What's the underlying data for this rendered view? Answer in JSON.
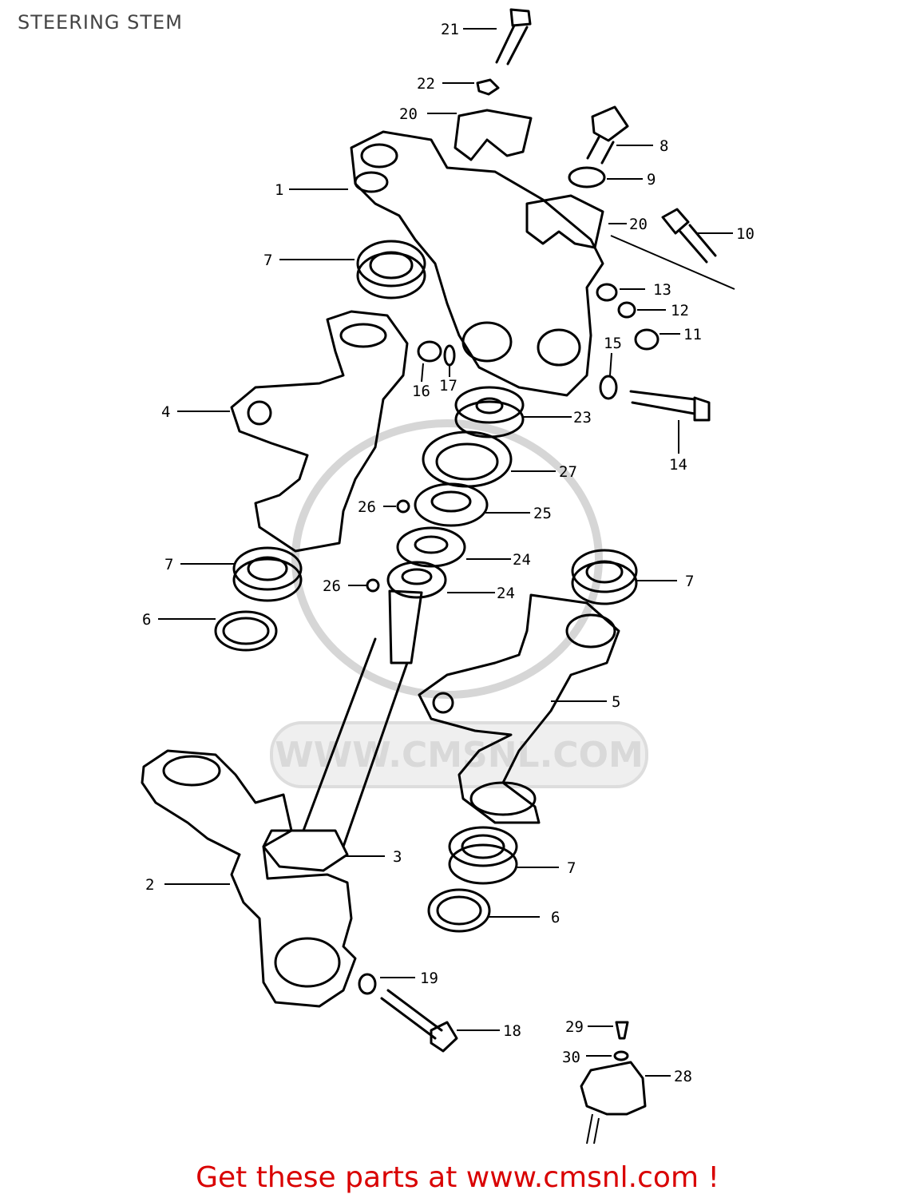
{
  "header": {
    "title": "STEERING STEM"
  },
  "footer": {
    "cta": "Get these parts at www.cmsnl.com !"
  },
  "watermark": {
    "text": "WWW.CMSNL.COM"
  },
  "callouts": [
    {
      "id": "c21a",
      "label": "21"
    },
    {
      "id": "c22",
      "label": "22"
    },
    {
      "id": "c20a",
      "label": "20"
    },
    {
      "id": "c8",
      "label": "8"
    },
    {
      "id": "c9",
      "label": "9"
    },
    {
      "id": "c1",
      "label": "1"
    },
    {
      "id": "c20b",
      "label": "20"
    },
    {
      "id": "c10",
      "label": "10"
    },
    {
      "id": "c7a",
      "label": "7"
    },
    {
      "id": "c13",
      "label": "13"
    },
    {
      "id": "c12",
      "label": "12"
    },
    {
      "id": "c11",
      "label": "11"
    },
    {
      "id": "c15",
      "label": "15"
    },
    {
      "id": "c16",
      "label": "16"
    },
    {
      "id": "c17",
      "label": "17"
    },
    {
      "id": "c4",
      "label": "4"
    },
    {
      "id": "c23",
      "label": "23"
    },
    {
      "id": "c14",
      "label": "14"
    },
    {
      "id": "c27",
      "label": "27"
    },
    {
      "id": "c26a",
      "label": "26"
    },
    {
      "id": "c25",
      "label": "25"
    },
    {
      "id": "c7b",
      "label": "7"
    },
    {
      "id": "c24a",
      "label": "24"
    },
    {
      "id": "c26b",
      "label": "26"
    },
    {
      "id": "c24b",
      "label": "24"
    },
    {
      "id": "c7c",
      "label": "7"
    },
    {
      "id": "c6a",
      "label": "6"
    },
    {
      "id": "c5a",
      "label": "5"
    },
    {
      "id": "c3",
      "label": "3"
    },
    {
      "id": "c7d",
      "label": "7"
    },
    {
      "id": "c2",
      "label": "2"
    },
    {
      "id": "c6b",
      "label": "6"
    },
    {
      "id": "c19",
      "label": "19"
    },
    {
      "id": "c29",
      "label": "29"
    },
    {
      "id": "c18",
      "label": "18"
    },
    {
      "id": "c30",
      "label": "30"
    },
    {
      "id": "c28",
      "label": "28"
    }
  ]
}
